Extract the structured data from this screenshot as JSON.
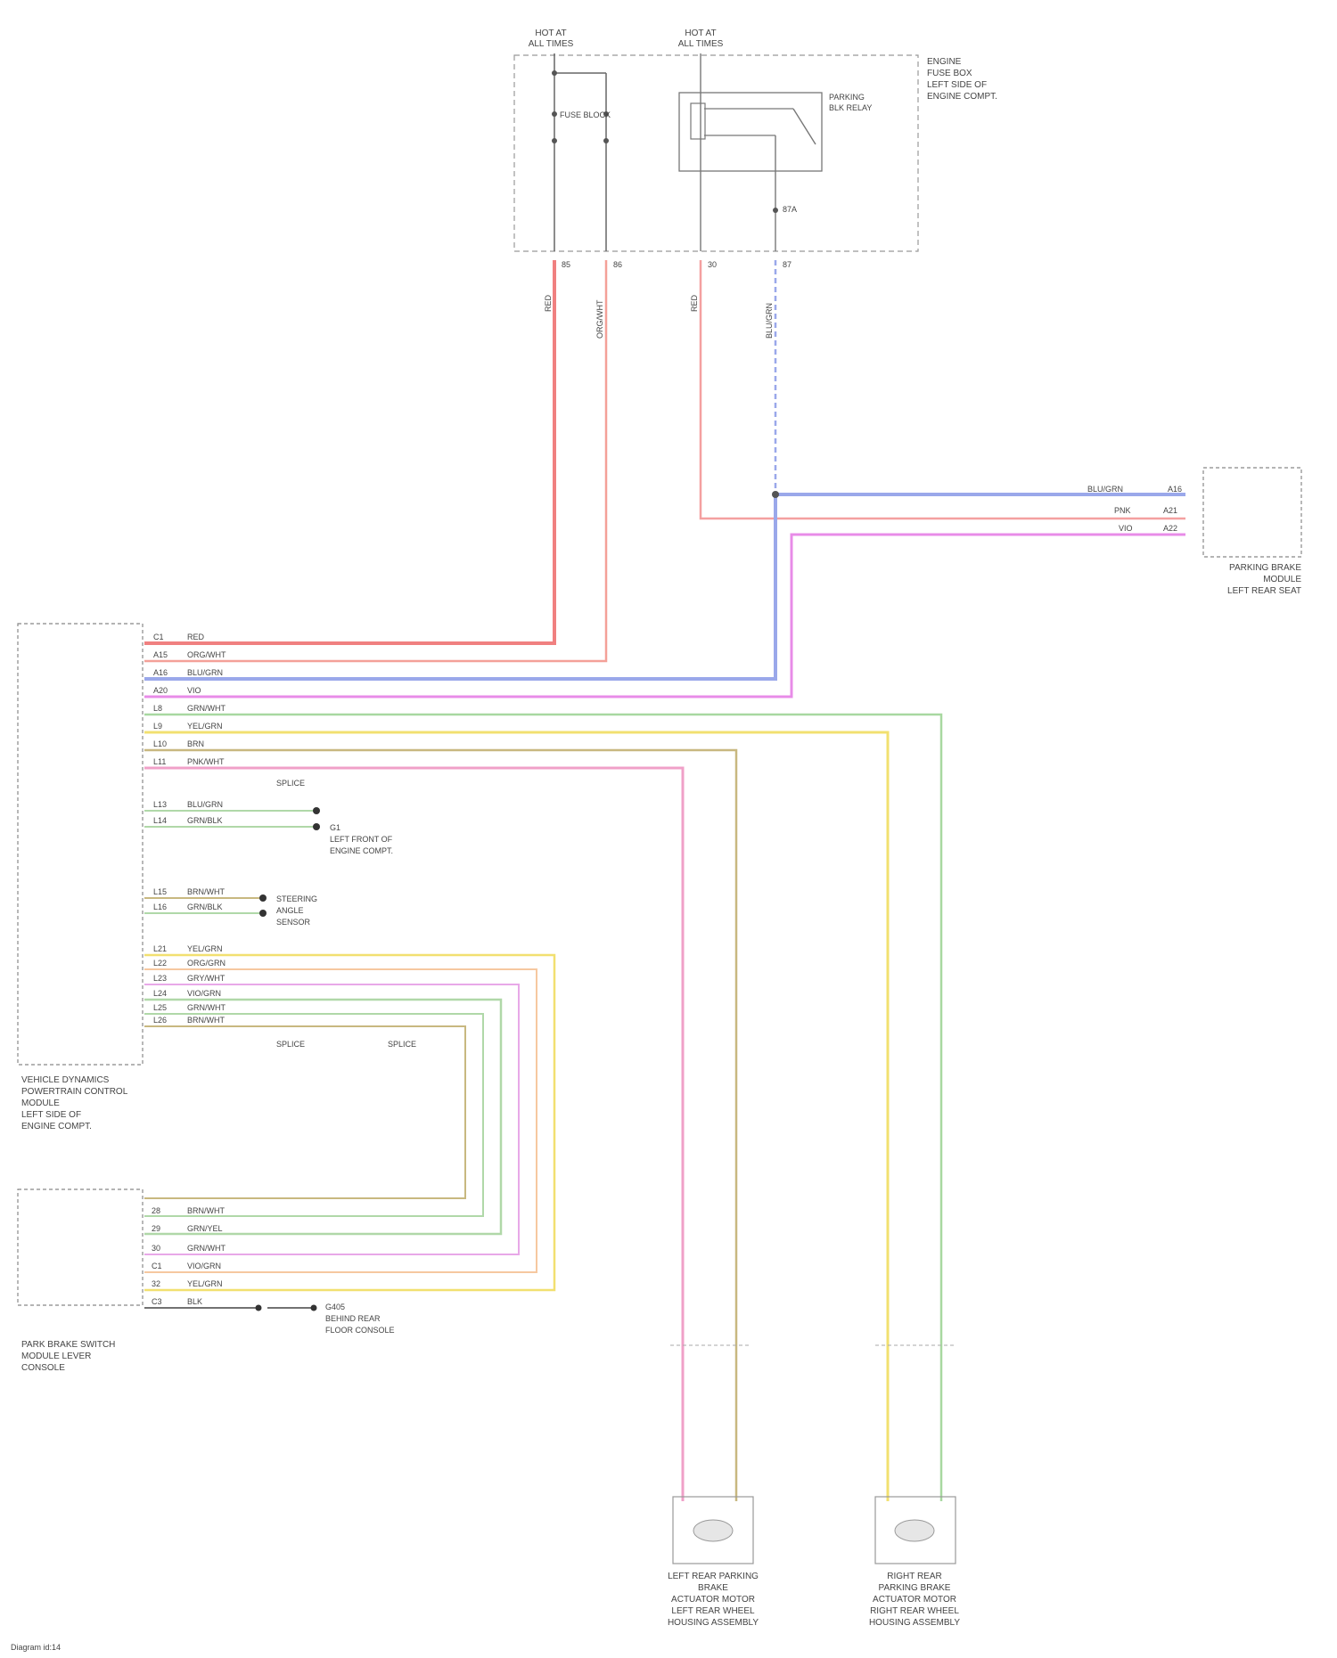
{
  "labels": {
    "fuse_left": [
      "HOT AT",
      "ALL TIMES"
    ],
    "fuse_right": [
      "HOT AT",
      "ALL TIMES"
    ],
    "fuse_box": [
      "ENGINE",
      "FUSE BOX",
      "LEFT SIDE OF",
      "ENGINE COMPT."
    ],
    "fuse_block": "FUSE BLOCK",
    "relay": [
      "PARKING",
      "BLK RELAY"
    ],
    "pin_87a": "87A",
    "pin_85": "85",
    "pin_86": "86",
    "pin_30": "30",
    "pin_87": "87",
    "cpd_labels": [
      "RED",
      "ORG/WHT",
      "RED",
      "BLU/GRN"
    ],
    "right_module": [
      "PARKING BRAKE",
      "MODULE",
      "LEFT REAR SEAT"
    ],
    "left_module": [
      "VEHICLE DYNAMICS",
      "POWERTRAIN CONTROL",
      "MODULE",
      "LEFT SIDE OF",
      "ENGINE COMPT."
    ],
    "mid_ground": [
      "G1",
      "LEFT FRONT OF",
      "ENGINE COMPT."
    ],
    "splice": "SPLICE",
    "steering": [
      "STEERING",
      "ANGLE",
      "SENSOR"
    ],
    "sw_module": [
      "PARK BRAKE SWITCH",
      "MODULE LEVER",
      "CONSOLE"
    ],
    "ground2": [
      "G405",
      "BEHIND REAR",
      "FLOOR CONSOLE"
    ],
    "sensor_left": [
      "LEFT REAR PARKING",
      "BRAKE",
      "ACTUATOR MOTOR",
      "LEFT REAR WHEEL",
      "HOUSING ASSEMBLY"
    ],
    "sensor_right": [
      "RIGHT REAR",
      "PARKING BRAKE",
      "ACTUATOR MOTOR",
      "RIGHT REAR WHEEL",
      "HOUSING ASSEMBLY"
    ],
    "footer": "Diagram id:14"
  },
  "left_module_pins": [
    {
      "pin": "C1",
      "wire": "RED"
    },
    {
      "pin": "A15",
      "wire": "ORG/WHT"
    },
    {
      "pin": "A16",
      "wire": "BLU/GRN"
    },
    {
      "pin": "A20",
      "wire": "VIO"
    },
    {
      "pin": "L8",
      "wire": "GRN/WHT"
    },
    {
      "pin": "L9",
      "wire": "YEL/GRN"
    },
    {
      "pin": "L10",
      "wire": "BRN"
    },
    {
      "pin": "L11",
      "wire": "PNK/WHT"
    },
    {
      "pin": "L13",
      "wire": "BLU/GRN"
    },
    {
      "pin": "L14",
      "wire": "GRN/BLK"
    },
    {
      "pin": "L15",
      "wire": "BRN/WHT"
    },
    {
      "pin": "L16",
      "wire": "GRN/BLK"
    },
    {
      "pin": "L21",
      "wire": "YEL/GRN"
    },
    {
      "pin": "L22",
      "wire": "ORG/GRN"
    },
    {
      "pin": "L23",
      "wire": "GRY/WHT"
    },
    {
      "pin": "L24",
      "wire": "VIO/GRN"
    },
    {
      "pin": "L25",
      "wire": "GRN/WHT"
    },
    {
      "pin": "L26",
      "wire": "BRN/WHT"
    }
  ],
  "sw_module_pins": [
    {
      "pin": "28",
      "wire": "BRN/WHT"
    },
    {
      "pin": "29",
      "wire": "GRN/YEL"
    },
    {
      "pin": "30",
      "wire": "GRN/WHT"
    },
    {
      "pin": "C1",
      "wire": "VIO/GRN"
    },
    {
      "pin": "32",
      "wire": "YEL/GRN"
    },
    {
      "pin": "C3",
      "wire": "BLK"
    }
  ],
  "right_module_wires": [
    {
      "label": "BLU/GRN",
      "pin": "A16"
    },
    {
      "label": "PNK",
      "pin": "A21"
    },
    {
      "label": "VIO",
      "pin": "A22"
    }
  ]
}
